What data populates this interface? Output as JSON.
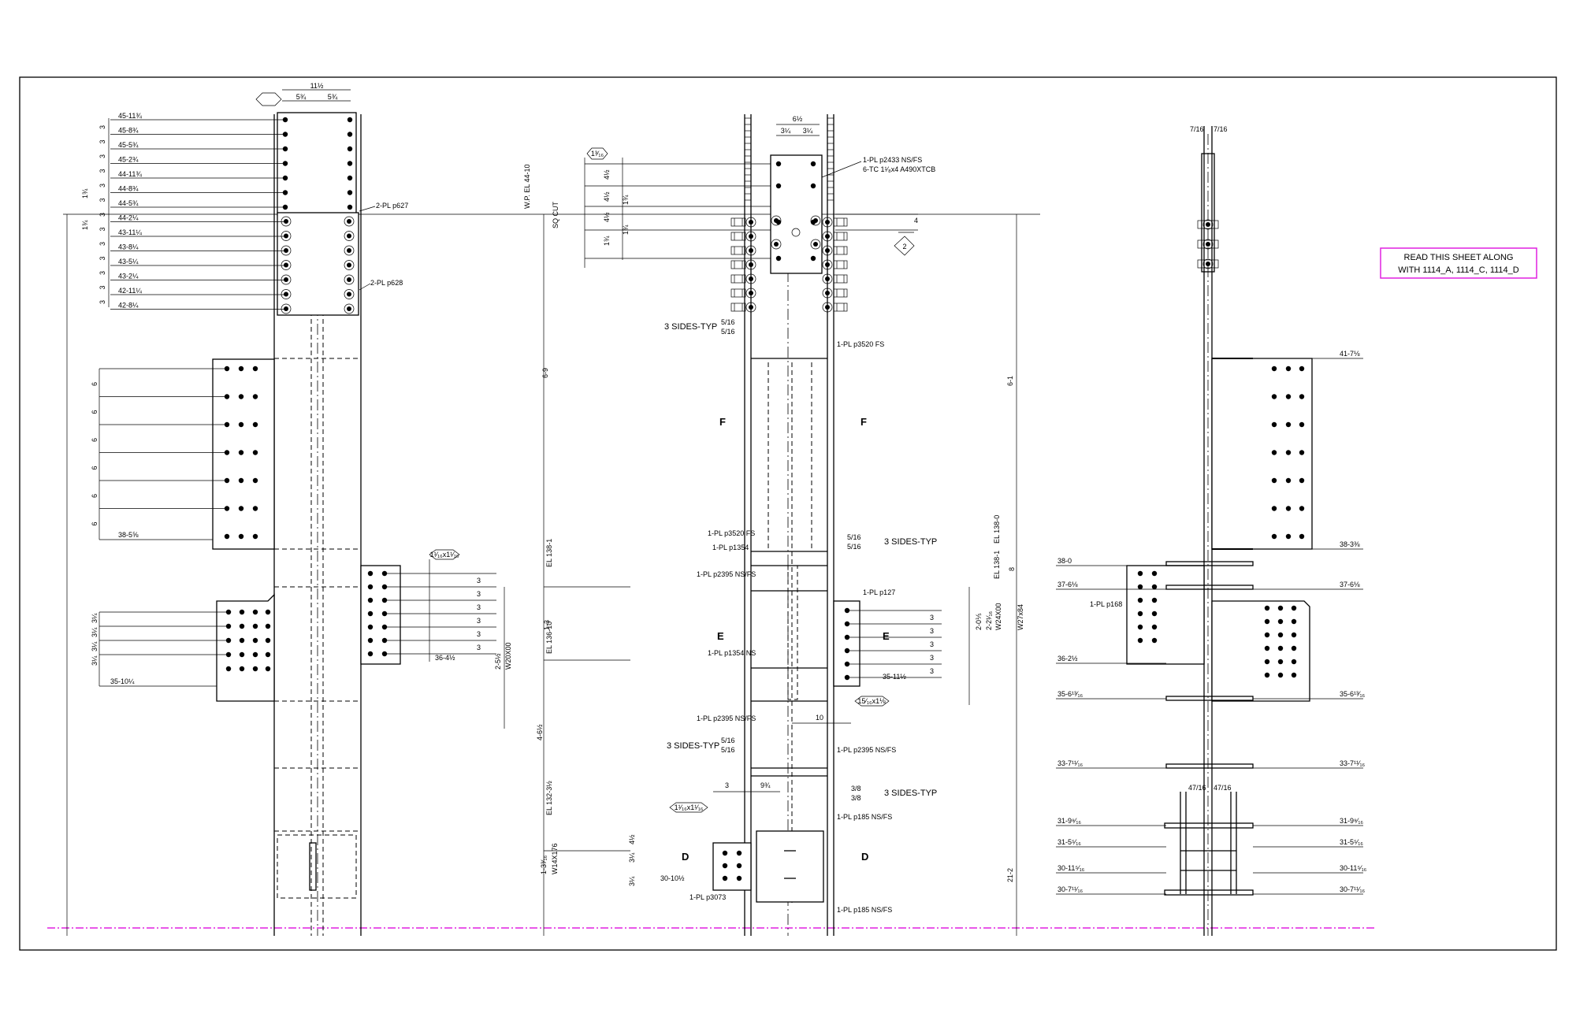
{
  "note": {
    "line1": "READ THIS SHEET ALONG",
    "line2": "WITH 1114_A, 1114_C, 1114_D",
    "border_color": "#e020e0"
  },
  "left_view": {
    "top_dims": [
      "11½",
      "5¾",
      "5¾",
      "1¾"
    ],
    "upper_elevations": [
      "45-11¾",
      "45-8¾",
      "45-5¾",
      "45-2¾",
      "44-11¾",
      "44-8¾",
      "44-5¾",
      "44-2¼",
      "43-11¼",
      "43-8¼",
      "43-5¼",
      "43-2¼",
      "42-11¼",
      "42-8¼"
    ],
    "spacing_3": "3",
    "spacing_134": "1¾",
    "plate_labels": [
      "2-PL p627",
      "2-PL p628"
    ],
    "spacing_6": "6",
    "elev_3858": "38-5⅝",
    "side_dims": [
      "3¼",
      "3¼",
      "3¼",
      "3¼"
    ],
    "elev_35": "35-10¼",
    "weld_tag": "1¹⁄₁₆x1¹⁄₁₆",
    "elev_36": "36-4½"
  },
  "mid_view": {
    "dims_top": [
      "6½",
      "3¼",
      "3¼"
    ],
    "dims_left": [
      "4½",
      "4½",
      "4½",
      "1¾",
      "1¾"
    ],
    "weld_tag": "1³⁄₁₆",
    "el_labels": [
      "W.P. EL 44-10",
      "SQ CUT",
      "EL 138-0",
      "EL 138-1",
      "EL 136-10",
      "EL 132-3½"
    ],
    "vert_dims": [
      "6-9",
      "1-3",
      "2-5½",
      "4-6½",
      "1-3³⁄₁₆",
      "W20X00",
      "W14X176"
    ],
    "callouts": {
      "pl2433": "1-PL p2433 NS/FS",
      "tc": "6-TC 1¹⁄₈x4 A490XTCB",
      "pl3520a": "1-PL p3520 FS",
      "pl3520b": "1-PL p3520 FS",
      "pl1354a": "1-PL p1354",
      "pl2395a": "1-PL p2395 NS/FS",
      "pl1354b": "1-PL p1354 NS",
      "pl2395b": "1-PL p2395 NS/FS",
      "pl2395c": "1-PL p2395 NS/FS",
      "pl127": "1-PL p127",
      "pl185a": "1-PL p185 NS/FS",
      "pl185b": "1-PL p185 NS/FS",
      "pl3073": "1-PL p3073"
    },
    "sides_typ": "3 SIDES-TYP",
    "weld_516": "5/16",
    "weld_38": "3/8",
    "dim_4": "4",
    "tri_2": "2",
    "sec_f": "F",
    "sec_e": "E",
    "sec_d": "D",
    "dim_3": "3",
    "dim_10": "10",
    "dim_934": "9¾",
    "dim_3_short": "3",
    "tag_15": "15⁄₁₆x1⅛",
    "tag_11": "1¹⁄₁₆x1¹⁄₁₆",
    "elev_3511": "35-11½",
    "elev_3010": "30-10½",
    "right_dims": [
      "6-1",
      "8",
      "2-2¹⁄₁₆",
      "2-0⅕",
      "W24X00",
      "W27x84",
      "21-2"
    ],
    "d_small": [
      "3¼",
      "3¼",
      "4½"
    ]
  },
  "right_view": {
    "top_dims": [
      "7/16",
      "7/16"
    ],
    "mid_dims": [
      "47/16",
      "47/16"
    ],
    "elev_left": [
      "38-0",
      "37-6⅛",
      "36-2½",
      "35-6¹³⁄₁₆",
      "33-7¹¹⁄₁₆",
      "31-9⁹⁄₁₆",
      "31-5⁵⁄₁₆",
      "30-11⁵⁄₁₆",
      "30-7¹¹⁄₁₆"
    ],
    "elev_right": [
      "41-7⅛",
      "38-3⅜",
      "37-6⅛",
      "35-6¹³⁄₁₆",
      "33-7¹¹⁄₁₆",
      "31-9⁹⁄₁₆",
      "31-5⁵⁄₁₆",
      "30-11⁵⁄₁₆",
      "30-7¹¹⁄₁₆"
    ],
    "plate_label": "1-PL p168"
  }
}
